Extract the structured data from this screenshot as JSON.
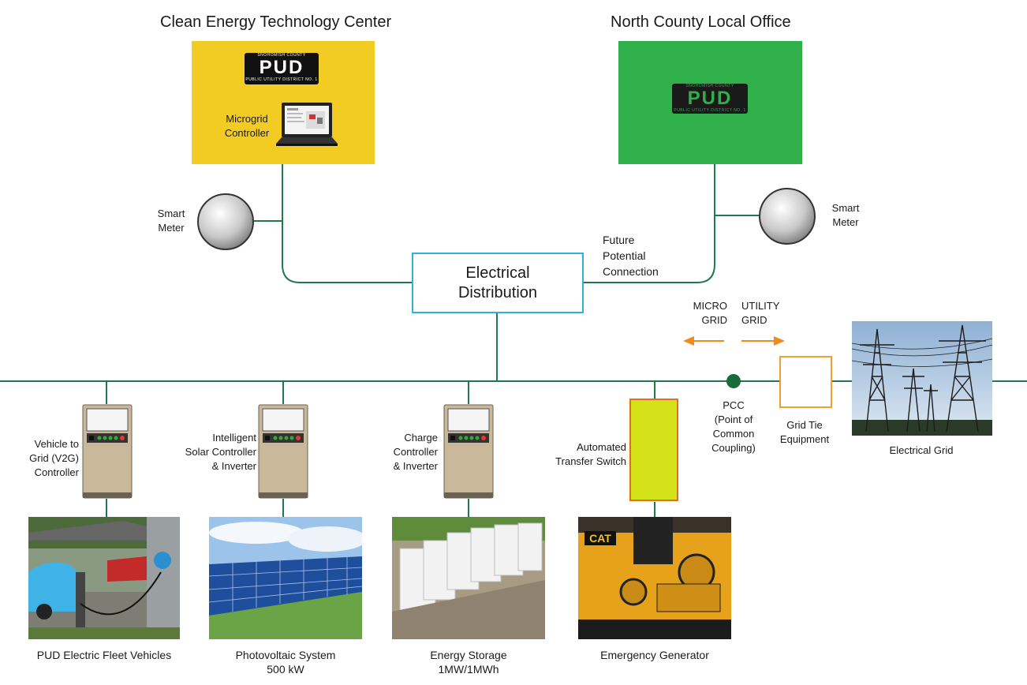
{
  "buildings": {
    "center": {
      "title": "Clean Energy Technology Center",
      "controller_label": "Microgrid\nController",
      "logo": {
        "top": "SNOHOMISH COUNTY",
        "big": "PUD",
        "bottom": "PUBLIC UTILITY DISTRICT NO. 1"
      },
      "color": "#f2cb23"
    },
    "office": {
      "title": "North County Local Office",
      "logo": {
        "top": "SNOHOMISH COUNTY",
        "big": "PUD",
        "bottom": "PUBLIC UTILITY DISTRICT NO. 1"
      },
      "color": "#2fb04a"
    }
  },
  "meters": {
    "left_label": "Smart\nMeter",
    "right_label": "Smart\nMeter"
  },
  "distribution": {
    "label": "Electrical\nDistribution",
    "border_color": "#33aee3"
  },
  "future_connection": "Future\nPotential\nConnection",
  "direction": {
    "micro": "MICRO\nGRID",
    "utility": "UTILITY\nGRID",
    "arrow_color": "#f08a1c"
  },
  "pcc": {
    "label": "PCC\n(Point of\nCommon\nCoupling)",
    "color": "#1a6b3a"
  },
  "grid_tie": {
    "label": "Grid Tie\nEquipment",
    "border_color": "#f0a030"
  },
  "electrical_grid": {
    "label": "Electrical Grid"
  },
  "controllers": [
    {
      "label": "Vehicle to\nGrid (V2G)\nController"
    },
    {
      "label": "Intelligent\nSolar Controller\n& Inverter"
    },
    {
      "label": "Charge\nController\n& Inverter"
    }
  ],
  "transfer_switch": {
    "label": "Automated\nTransfer Switch",
    "color": "#d4e21a"
  },
  "photos": [
    {
      "caption": "PUD Electric Fleet Vehicles"
    },
    {
      "caption": "Photovoltaic System\n500 kW"
    },
    {
      "caption": "Energy Storage\n1MW/1MWh"
    },
    {
      "caption": "Emergency Generator"
    }
  ],
  "generator_brand": "CAT",
  "line_color": "#1e7a4a"
}
